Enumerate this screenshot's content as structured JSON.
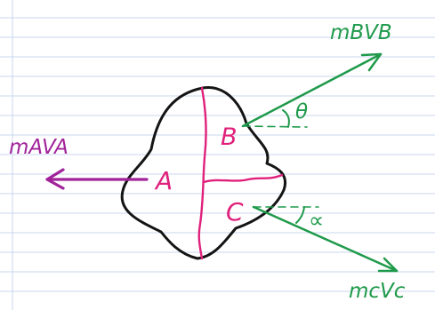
{
  "colors": {
    "paper": "#ffffff",
    "ruled_line": "#c9d7ef",
    "margin_line": "#c9d7ef",
    "body_outline": "#141414",
    "part_divider": "#e0217c",
    "green_vector": "#1f9a4b",
    "purple_vector": "#a1239a"
  },
  "labels": {
    "part_a": "A",
    "part_b": "B",
    "part_c": "C",
    "momentum_a": "mAVA",
    "momentum_b": "mBVB",
    "momentum_c": "mcVc",
    "angle_b": "θ",
    "angle_c": "∝"
  },
  "icons": {
    "body": "irregular-blob-icon",
    "arrow_a": "arrow-left-icon",
    "arrow_b": "arrow-up-right-icon",
    "arrow_c": "arrow-down-right-icon"
  }
}
